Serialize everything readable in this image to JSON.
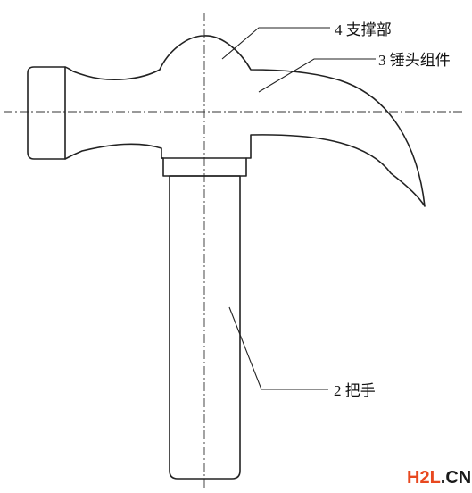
{
  "labels": {
    "support": "4 支撑部",
    "head_assembly": "3 锤头组件",
    "handle": "2 把手"
  },
  "watermark": {
    "part1": "H2L",
    "part2": ".CN",
    "color1": "#e8481f",
    "color2": "#1a1a1a"
  }
}
